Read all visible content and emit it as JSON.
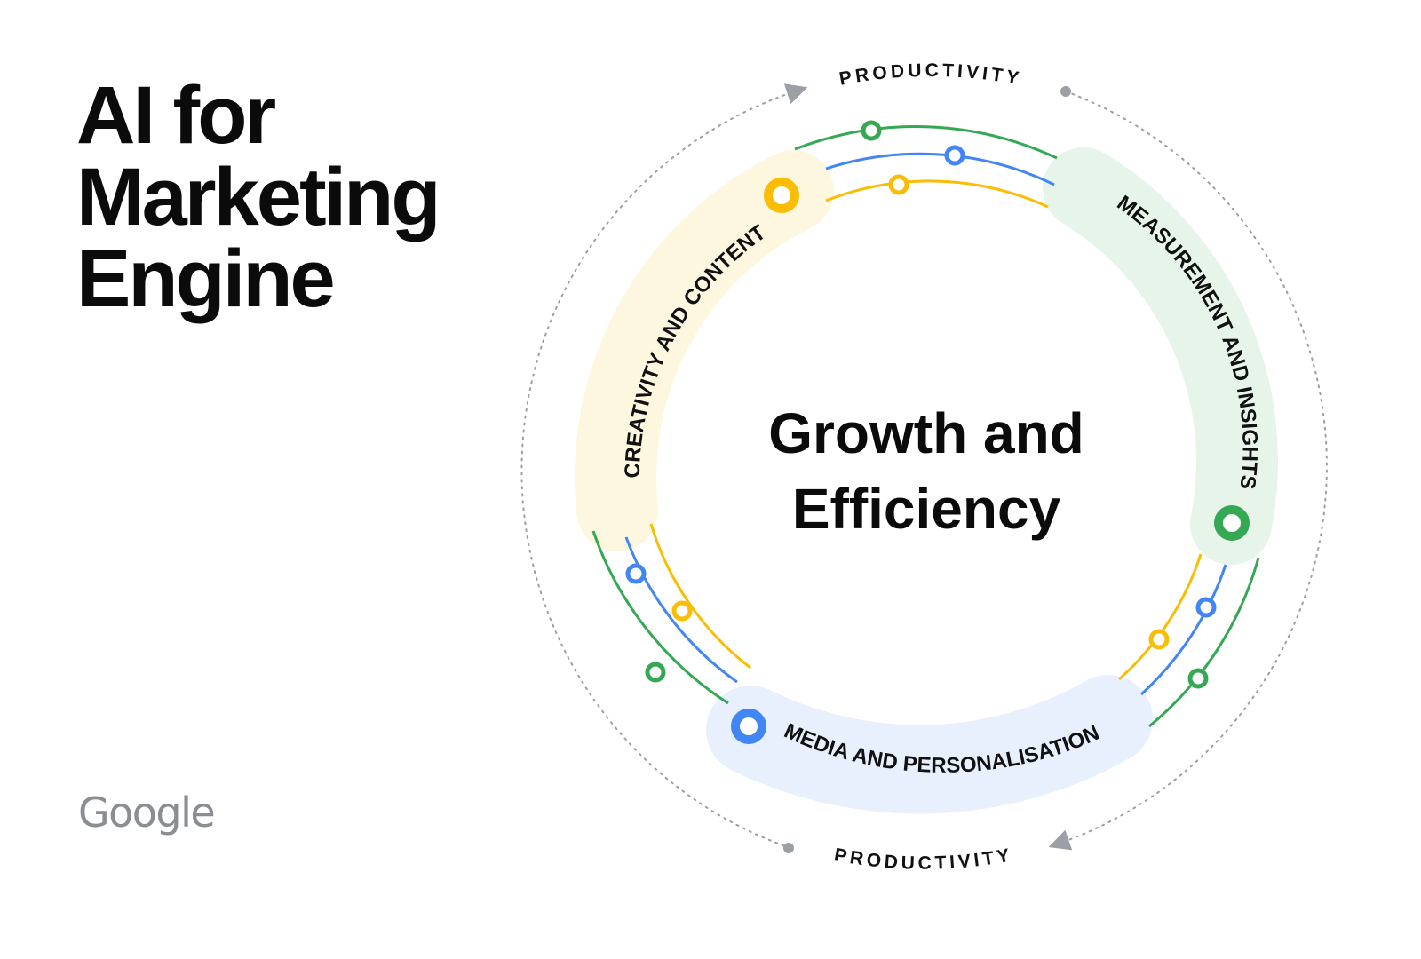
{
  "title": {
    "line1": "AI for",
    "line2": "Marketing",
    "line3": "Engine"
  },
  "brand": {
    "name": "Google"
  },
  "diagram": {
    "center_line1": "Growth and",
    "center_line2": "Efficiency",
    "productivity_top": "PRODUCTIVITY",
    "productivity_bottom": "PRODUCTIVITY",
    "segments": [
      {
        "label": "CREATIVITY AND CONTENT",
        "color": "#FBBC04",
        "band": "#FEF7E0"
      },
      {
        "label": "MEASUREMENT AND INSIGHTS",
        "color": "#34A853",
        "band": "#E6F4EA"
      },
      {
        "label": "MEDIA AND PERSONALISATION",
        "color": "#4285F4",
        "band": "#E8F0FE"
      }
    ],
    "ring_colors": {
      "green": "#34A853",
      "blue": "#4285F4",
      "yellow": "#FBBC04",
      "dotted": "#9AA0A6"
    }
  }
}
